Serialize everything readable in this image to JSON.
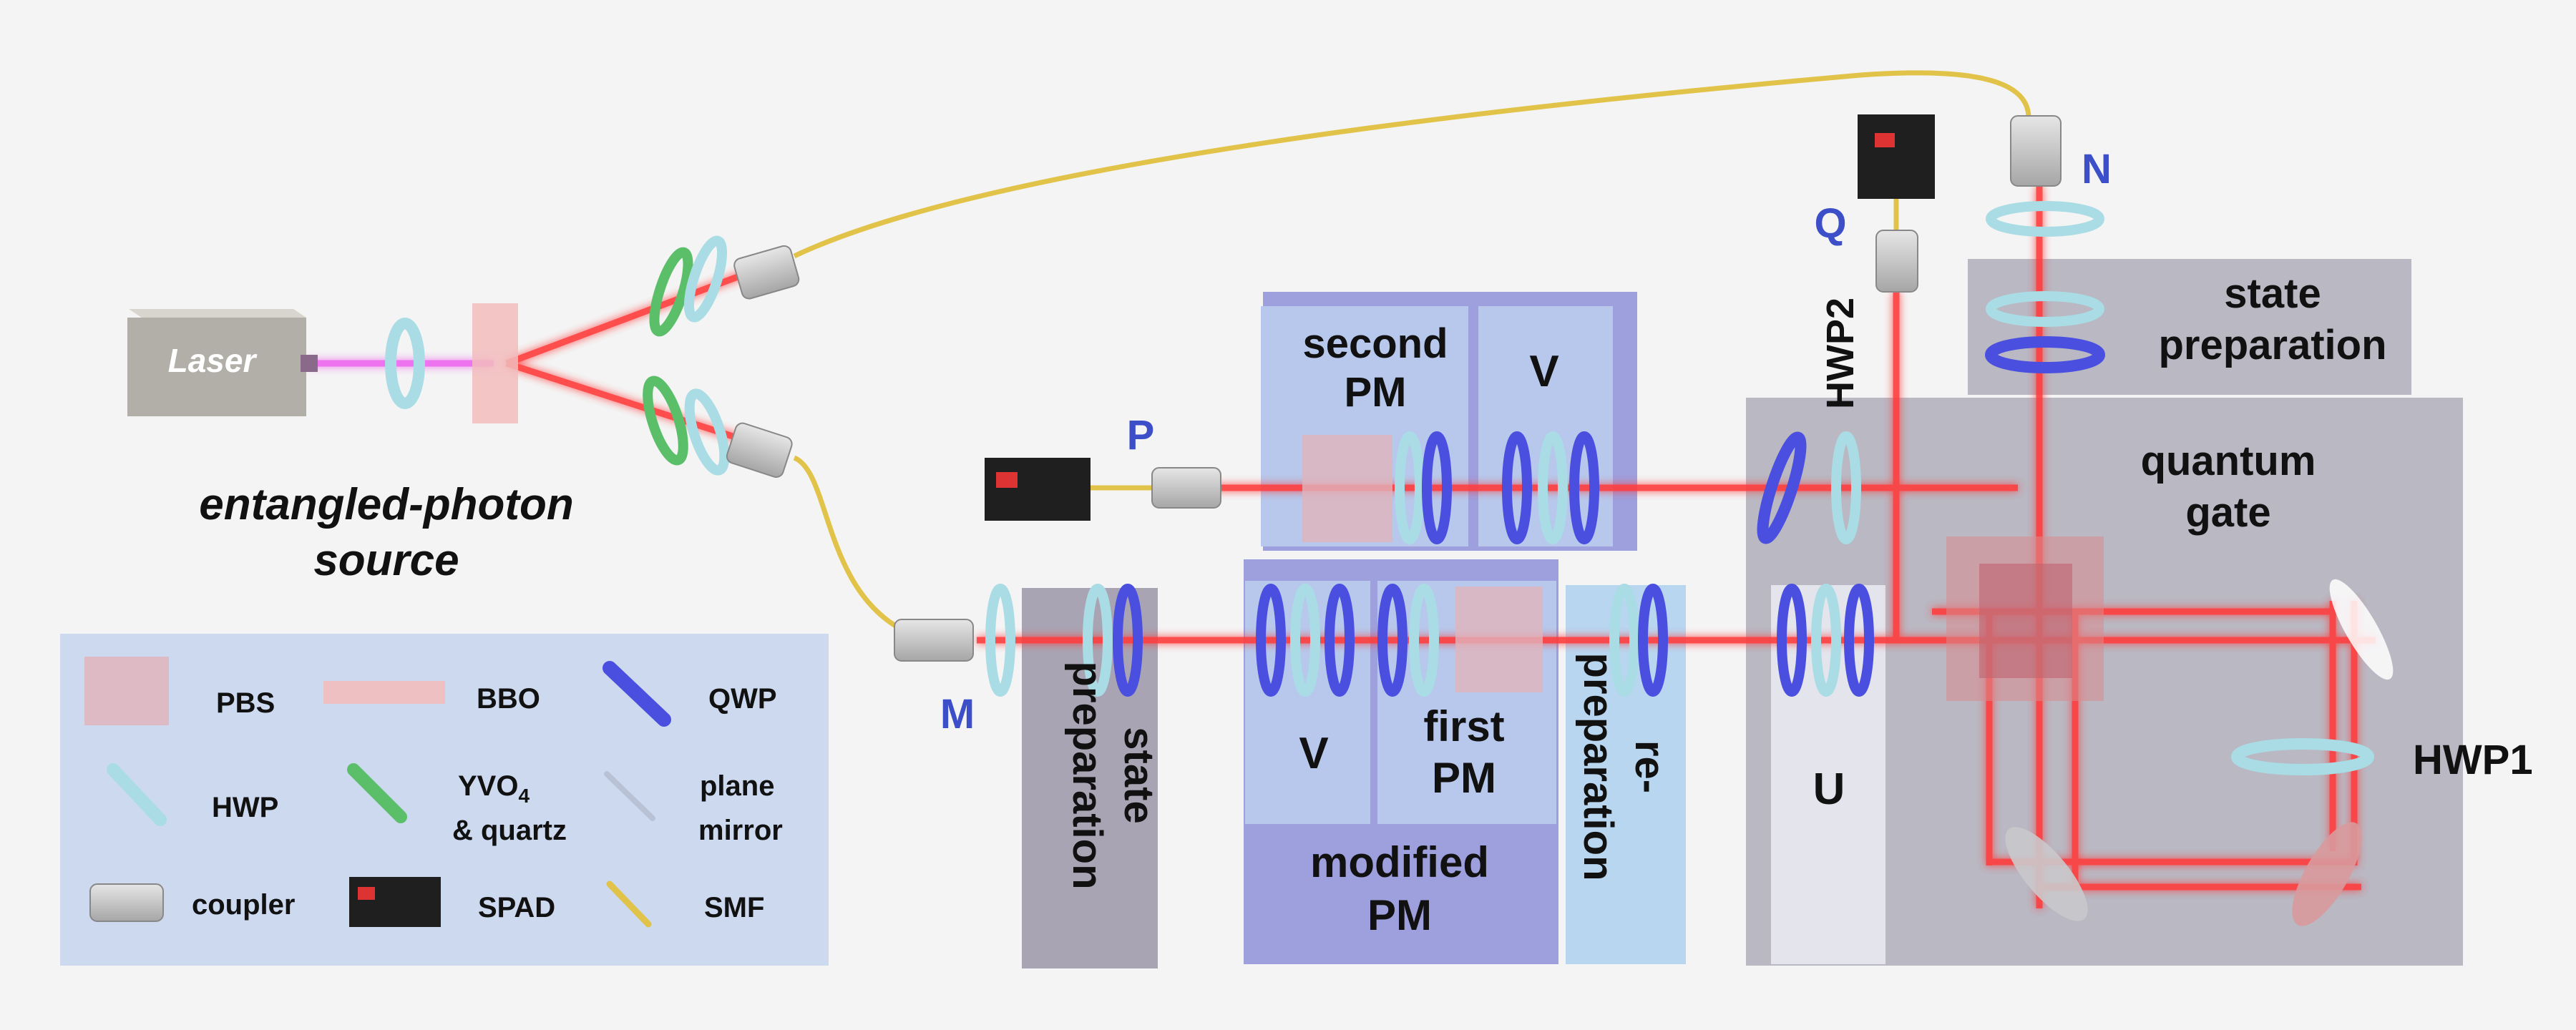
{
  "labels": {
    "laser": "Laser",
    "source_line1": "entangled-photon",
    "source_line2": "source",
    "second_pm_1": "second",
    "second_pm_2": "PM",
    "v_top": "V",
    "first_pm_1": "first",
    "first_pm_2": "PM",
    "v_bottom": "V",
    "modified_pm_1": "modified",
    "modified_pm_2": "PM",
    "state_prep_left_1": "state",
    "state_prep_left_2": "preparation",
    "re_prep_1": "re-",
    "re_prep_2": "preparation",
    "u": "U",
    "state_prep_right_1": "state",
    "state_prep_right_2": "preparation",
    "quantum_gate_1": "quantum",
    "quantum_gate_2": "gate",
    "hwp1": "HWP1",
    "hwp2": "HWP2",
    "port_p": "P",
    "port_m": "M",
    "port_q": "Q",
    "port_n": "N"
  },
  "legend": {
    "pbs": "PBS",
    "bbo": "BBO",
    "qwp": "QWP",
    "hwp": "HWP",
    "yvo4_1": "YVO",
    "yvo4_sub": "4",
    "yvo4_2": "& quartz",
    "mirror_1": "plane",
    "mirror_2": "mirror",
    "coupler": "coupler",
    "spad": "SPAD",
    "smf": "SMF"
  },
  "colors": {
    "beam": "#ff3b3b",
    "pump": "#ee66ee",
    "fiber": "#e2c34a",
    "hwp": "#a9dce4",
    "qwp": "#4a4fe0",
    "yvo4": "#5bbf6a",
    "pbs": "#f0b8b8",
    "label_blue": "#3c4ec8"
  }
}
